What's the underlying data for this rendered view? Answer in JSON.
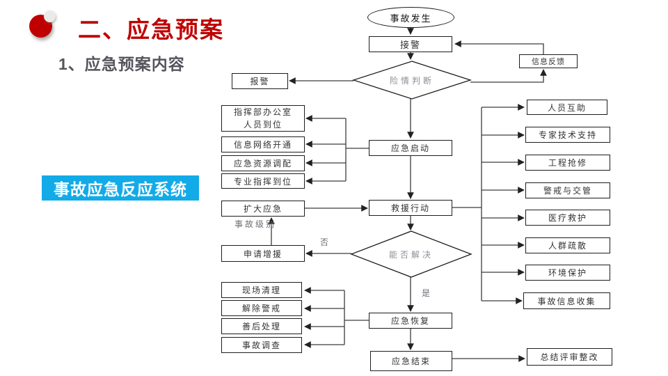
{
  "slide": {
    "title": "二、应急预案",
    "subtitle": "1、应急预案内容",
    "banner": "事故应急反应系统"
  },
  "colors": {
    "title_red": "#c00000",
    "subtitle_gray": "#54555d",
    "banner_blue": "#12abe8",
    "line_dark": "#3c3c3c"
  },
  "flowchart": {
    "start": "事故发生",
    "receive_alarm": "接警",
    "danger_judgment": "险情判断",
    "report_alarm": "报警",
    "info_feedback": "信息反馈",
    "command_office_line1": "指挥部办公室",
    "command_office_line2": "人员到位",
    "info_network": "信息网络开通",
    "resource_allocation": "应急资源调配",
    "professional_command": "专业指挥到位",
    "emergency_start": "应急启动",
    "expand_emergency": "扩大应急",
    "accident_level_label": "事故级别",
    "request_reinforcement": "申请增援",
    "rescue_action": "救援行动",
    "can_solve": "能否解决",
    "no_label": "否",
    "yes_label": "是",
    "site_cleanup": "现场清理",
    "lift_alert": "解除警戒",
    "aftermath_handling": "善后处理",
    "accident_investigation": "事故调查",
    "emergency_recovery": "应急恢复",
    "emergency_end": "应急结束",
    "personnel_mutual_aid": "人员互助",
    "expert_support": "专家技术支持",
    "engineering_repair": "工程抢修",
    "alert_traffic_control": "警戒与交管",
    "medical_rescue": "医疗救护",
    "crowd_evacuation": "人群疏散",
    "environmental_protection": "环境保护",
    "accident_info_collection": "事故信息收集",
    "summary_review": "总结评审整改"
  }
}
